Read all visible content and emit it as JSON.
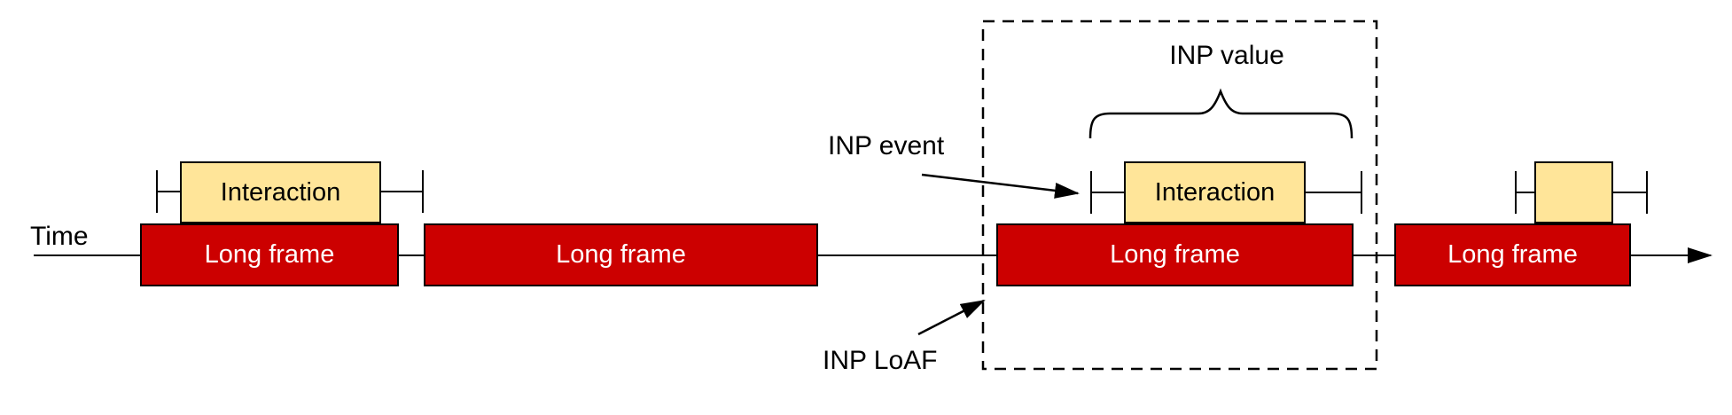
{
  "diagram": {
    "axis_label": "Time",
    "annotations": {
      "inp_event": "INP event",
      "inp_value": "INP value",
      "inp_loaf": "INP LoAF"
    },
    "frames": [
      {
        "label": "Long frame"
      },
      {
        "label": "Long frame"
      },
      {
        "label": "Long frame"
      },
      {
        "label": "Long frame"
      }
    ],
    "interactions": [
      {
        "label": "Interaction"
      },
      {
        "label": "Interaction"
      },
      {
        "label": ""
      }
    ],
    "colors": {
      "long_frame_fill": "#CC0000",
      "long_frame_text": "#FFFFFF",
      "interaction_fill": "#FFE599",
      "outline": "#000000"
    }
  }
}
